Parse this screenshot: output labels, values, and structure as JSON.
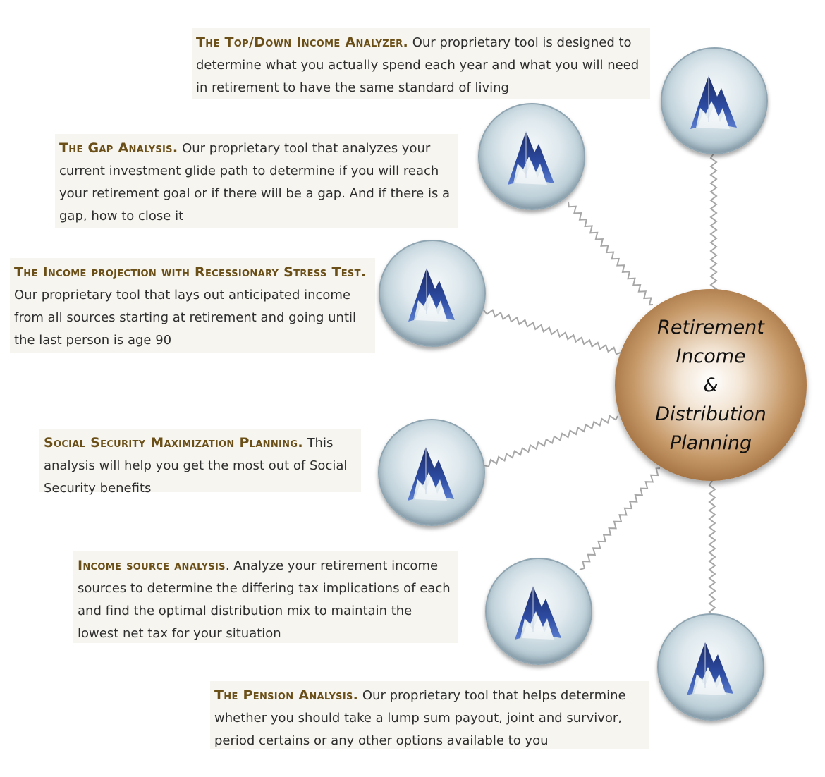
{
  "hub": {
    "line1": "Retirement",
    "line2": "Income",
    "line3": "&",
    "line4": "Distribution",
    "line5": "Planning"
  },
  "tools": [
    {
      "title": "The Top/Down Income Analyzer.",
      "text": " Our proprietary tool is designed to determine what you actually spend each year and what you will need in retirement to have the same standard of living"
    },
    {
      "title": "The Gap Analysis.",
      "text": "  Our proprietary tool that analyzes your current investment glide path to determine if you will reach your retirement goal or if there will be a gap.  And if there is a gap, how to close it"
    },
    {
      "title": "The Income projection with Recessionary Stress Test.",
      "text": " Our proprietary tool that lays out anticipated income from all sources starting at retirement and going until the last person is age 90"
    },
    {
      "title": "Social Security Maximization Planning.",
      "text": " This analysis will help you get the most out of Social Security benefits"
    },
    {
      "title": "Income source analysis",
      "text": ". Analyze your retirement income  sources to determine the differing tax implications of each and find the optimal distribution mix to maintain the lowest net tax for your situation"
    },
    {
      "title": "The Pension Analysis.",
      "text": " Our proprietary tool that helps determine whether you should take a lump sum payout, joint and survivor, period certains or any other options available to you"
    }
  ],
  "colors": {
    "title_brown": "#6b4f18",
    "panel_bg": "#f6f5ef",
    "orb_blue": "#b3c8d2",
    "hub_brown": "#8f5a2a",
    "logo_navy": "#1d2a63"
  },
  "icons": {
    "node": "mountain-logo-icon"
  }
}
